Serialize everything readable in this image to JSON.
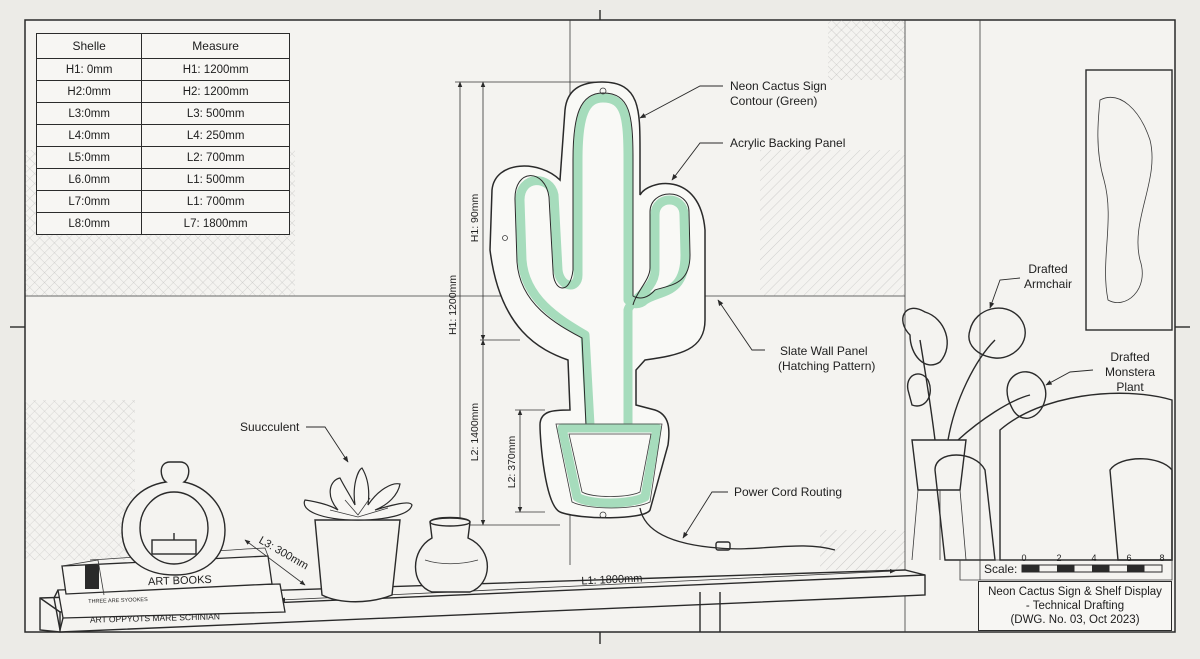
{
  "spec_table": {
    "headers": [
      "Shelle",
      "Measure"
    ],
    "rows": [
      [
        "H1: 0mm",
        "H1: 1200mm"
      ],
      [
        "H2:0mm",
        "H2: 1200mm"
      ],
      [
        "L3:0mm",
        "L3: 500mm"
      ],
      [
        "L4:0mm",
        "L4: 250mm"
      ],
      [
        "L5:0mm",
        "L2: 700mm"
      ],
      [
        "L6.0mm",
        "L1: 500mm"
      ],
      [
        "L7:0mm",
        "L1: 700mm"
      ],
      [
        "L8:0mm",
        "L7: 1800mm"
      ]
    ]
  },
  "callouts": {
    "neon_line1": "Neon Cactus Sign",
    "neon_line2": "Contour (Green)",
    "acrylic": "Acrylic Backing Panel",
    "slate_line1": "Slate Wall Panel",
    "slate_line2": "(Hatching Pattern)",
    "armchair_line1": "Drafted",
    "armchair_line2": "Armchair",
    "monstera_line1": "Drafted",
    "monstera_line2": "Monstera",
    "monstera_line3": "Plant",
    "succulent": "Suucculent",
    "power_cord": "Power Cord Routing"
  },
  "dimensions": {
    "h1_total": "H1: 1200mm",
    "h1_upper": "H1: 90mm",
    "l2_lower": "L2: 1400mm",
    "l2_pot": "L2: 370mm",
    "l3_depth": "L3: 300mm",
    "l1_shelf": "L1: 1800mm"
  },
  "books": {
    "top_title": "ART BOOKS",
    "top_small": "THREE ARE SYOOKES",
    "bottom_title": "ART OPPYOTS   MARE SCHINIAN"
  },
  "scale": {
    "label": "Scale:",
    "ticks": [
      "0",
      "2",
      "4",
      "6",
      "8"
    ]
  },
  "title_block": {
    "line1": "Neon Cactus Sign & Shelf Display",
    "line2": "- Technical Drafting",
    "line3": "(DWG. No. 03, Oct 2023)"
  },
  "colors": {
    "neon_green": "#a6dcbc",
    "paper": "#ecebe7",
    "ink": "#2a2a2a"
  }
}
